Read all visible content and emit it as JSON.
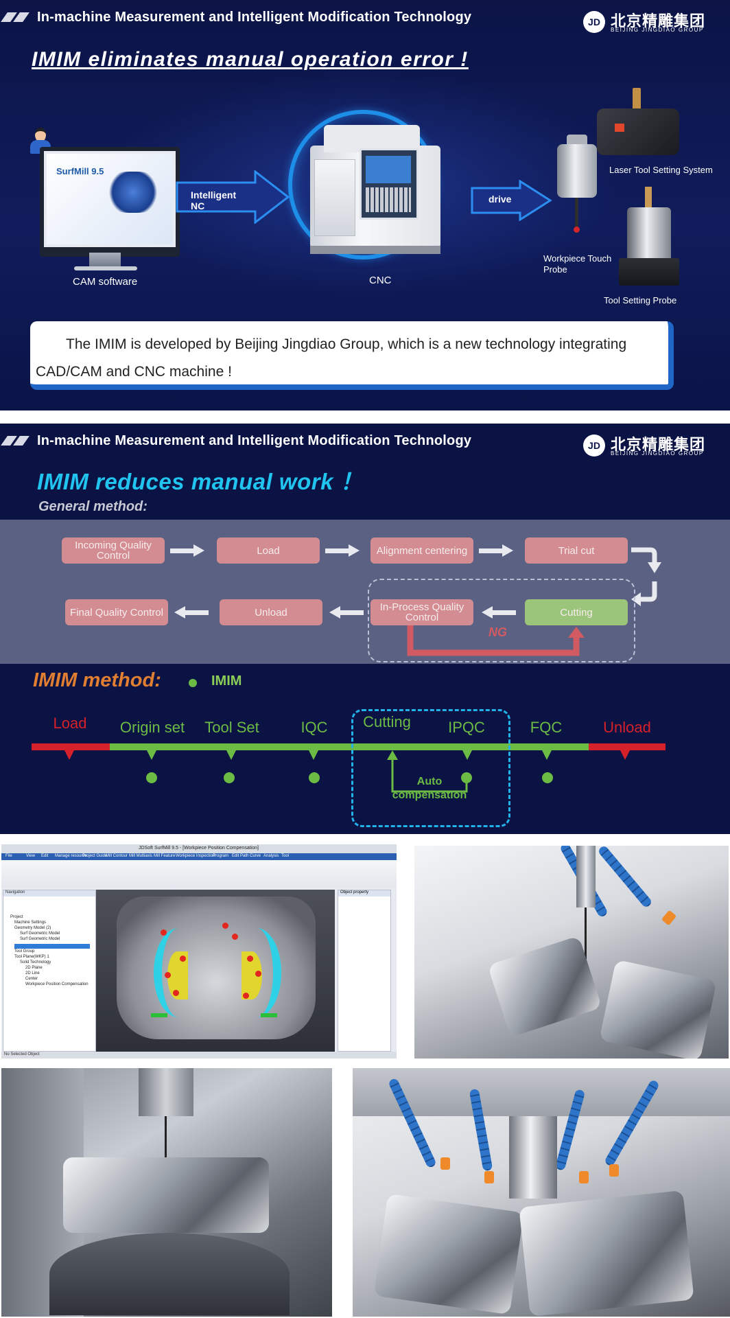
{
  "header": {
    "title": "In-machine Measurement and Intelligent Modification Technology",
    "logo_mark": "JD",
    "logo_cn": "北京精雕集团",
    "logo_en": "BEIJING JINGDIAO GROUP"
  },
  "panel1": {
    "title": "IMIM eliminates  manual operation error !",
    "monitor_brand": "SurfMill 9.5",
    "cam_label": "CAM software",
    "arrow1_label": "Intelligent NC",
    "cnc_label": "CNC",
    "arrow2_label": "drive",
    "laser_label": "Laser Tool Setting System",
    "probe_label": "Workpiece Touch Probe",
    "tool_probe_label": "Tool Setting Probe",
    "description": "The IMIM is developed by Beijing Jingdiao Group, which is a new technology integrating CAD/CAM and CNC machine !"
  },
  "panel2": {
    "title": "IMIM reduces manual work ！",
    "general_label": "General method:",
    "general_row1": [
      "Incoming Quality Control",
      "Load",
      "Alignment centering",
      "Trial cut"
    ],
    "general_row2": [
      "Final Quality Control",
      "Unload",
      "In-Process Quality Control",
      "Cutting"
    ],
    "ng_label": "NG",
    "imim_title": "IMIM method:",
    "imim_legend": "IMIM",
    "timeline": [
      "Load",
      "Origin set",
      "Tool Set",
      "IQC",
      "Cutting",
      "IPQC",
      "FQC",
      "Unload"
    ],
    "auto_label": "Auto compensation",
    "colors": {
      "manual": "#d6202a",
      "imim": "#6cbb44",
      "accent": "#21c3ef",
      "orange": "#e07e32"
    }
  },
  "software": {
    "window_title": "JDSoft SurfMill 9.5 - [Workpiece Position Compensation]",
    "menu": [
      "File",
      "View",
      "Edit",
      "Manage resource",
      "Project Guide",
      "Mill Contour",
      "Mill Multiaxis",
      "Mill Feature",
      "Workpiece Inspection",
      "Program",
      "Edit Path",
      "Curve",
      "Analysis",
      "Tool"
    ],
    "nav_title": "Navigation",
    "nav_items": [
      "Project",
      "Machine Settings",
      "Geometry Model (2)",
      "Surf Geometric Model",
      "Surf Geometric Model",
      "Tool Group",
      "Tool Plane(WKP) 1",
      "Solid Technology",
      "2D Plane",
      "2D Line",
      "Center",
      "Workpiece Position Compensation"
    ],
    "props_title": "Object property",
    "status": "No Selected Object"
  }
}
